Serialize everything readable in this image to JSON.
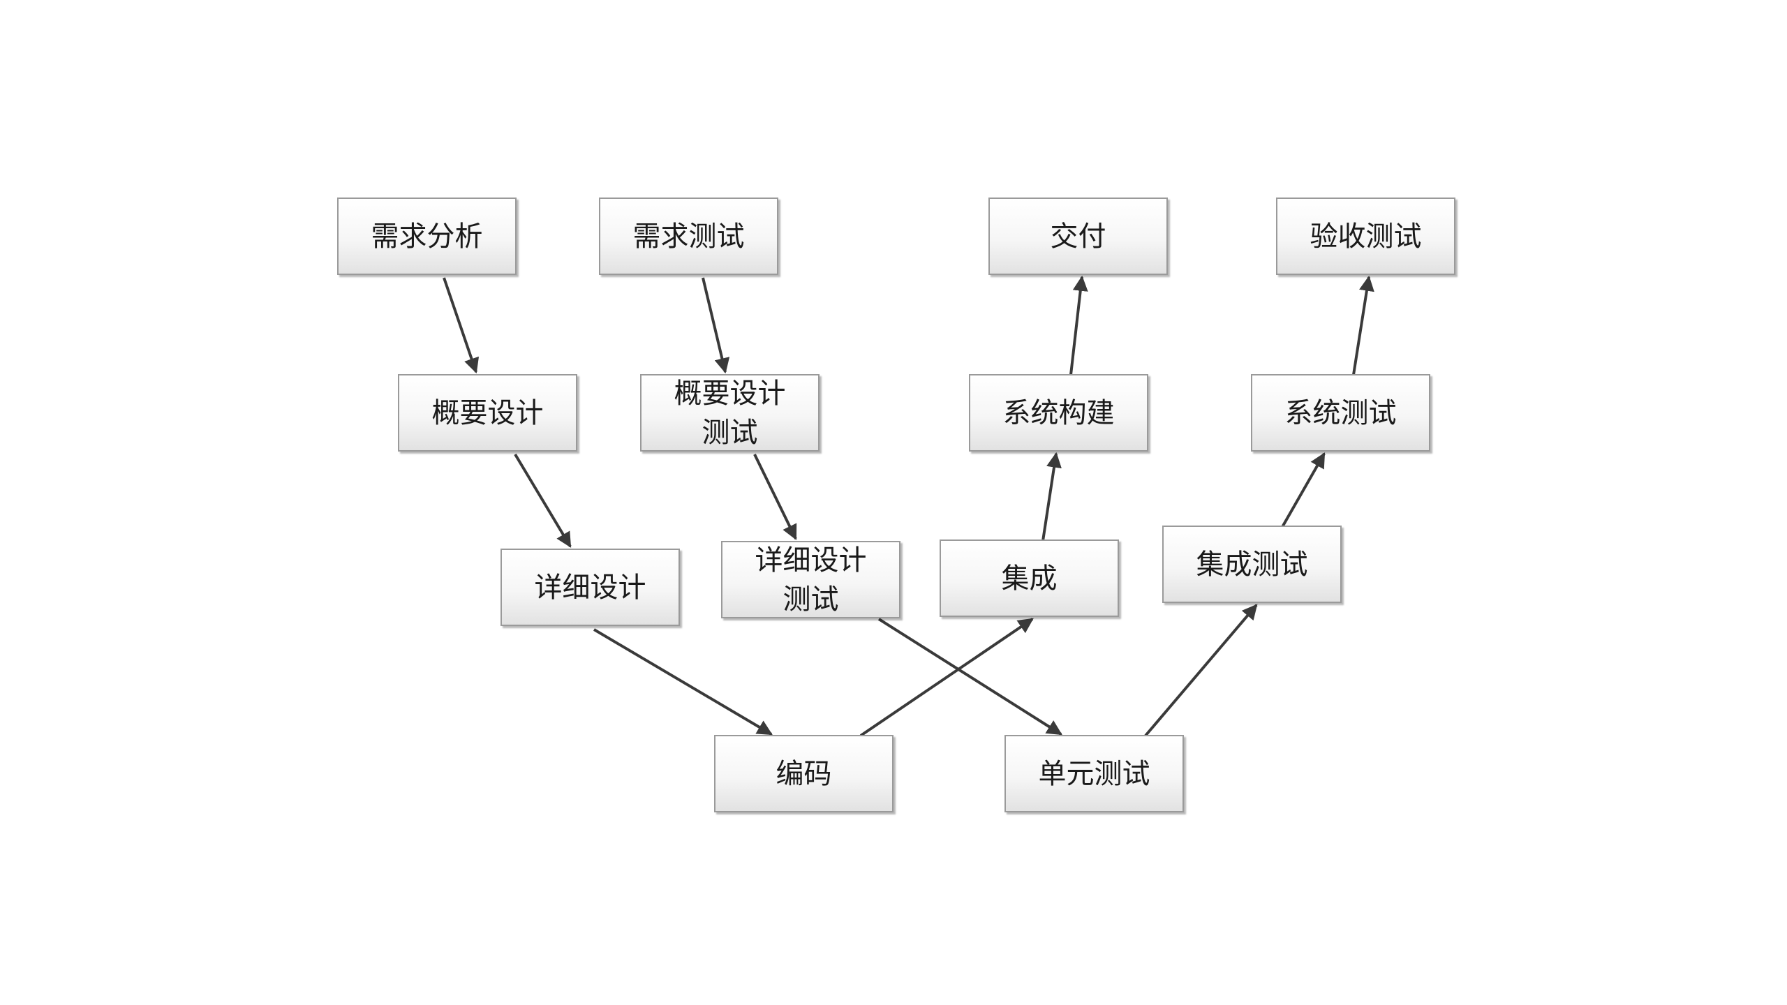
{
  "nodes": {
    "req_analysis": "需求分析",
    "req_test": "需求测试",
    "delivery": "交付",
    "acceptance_test": "验收测试",
    "arch_design": "概要设计",
    "arch_design_test": "概要设计\n测试",
    "system_build": "系统构建",
    "system_test": "系统测试",
    "detail_design": "详细设计",
    "detail_design_test": "详细设计\n测试",
    "integration": "集成",
    "integration_test": "集成测试",
    "coding": "编码",
    "unit_test": "单元测试"
  },
  "edges": [
    {
      "from": "req_analysis",
      "to": "arch_design"
    },
    {
      "from": "req_test",
      "to": "arch_design_test"
    },
    {
      "from": "arch_design",
      "to": "detail_design"
    },
    {
      "from": "arch_design_test",
      "to": "detail_design_test"
    },
    {
      "from": "detail_design",
      "to": "coding"
    },
    {
      "from": "detail_design_test",
      "to": "unit_test"
    },
    {
      "from": "coding",
      "to": "integration"
    },
    {
      "from": "unit_test",
      "to": "integration_test"
    },
    {
      "from": "integration",
      "to": "system_build"
    },
    {
      "from": "integration_test",
      "to": "system_test"
    },
    {
      "from": "system_build",
      "to": "delivery"
    },
    {
      "from": "system_test",
      "to": "acceptance_test"
    }
  ],
  "colors": {
    "arrow": "#3a3a3a",
    "node_border": "#9a9a9a",
    "text": "#1a1a1a"
  }
}
